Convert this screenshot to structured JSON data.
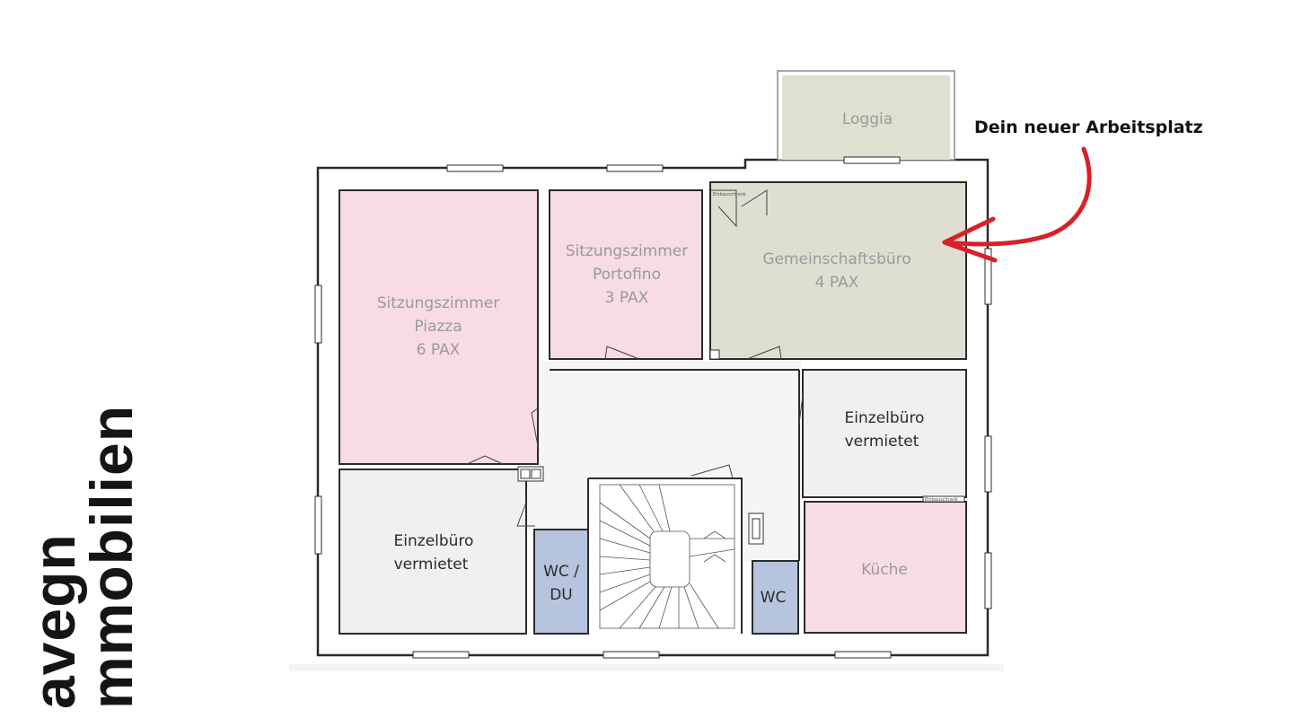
{
  "annotation": {
    "text": "Dein neuer Arbeitsplatz"
  },
  "brand": {
    "line1": "avegn",
    "line2": "mmobilien"
  },
  "rooms": {
    "loggia": {
      "name": "Loggia"
    },
    "piazza": {
      "line1": "Sitzungszimmer",
      "line2": "Piazza",
      "line3": "6 PAX"
    },
    "portofino": {
      "line1": "Sitzungszimmer",
      "line2": "Portofino",
      "line3": "3 PAX"
    },
    "gemeinschaft": {
      "line1": "Gemeinschaftsbüro",
      "line2": "4 PAX"
    },
    "einzel_right": {
      "line1": "Einzelbüro",
      "line2": "vermietet"
    },
    "einzel_left": {
      "line1": "Einzelbüro",
      "line2": "vermietet"
    },
    "wc_du": {
      "line1": "WC /",
      "line2": "DU"
    },
    "wc": {
      "name": "WC"
    },
    "kueche": {
      "name": "Küche"
    }
  },
  "fixtures": {
    "einbauschrank_1": "Einbauschrank",
    "einbauschrank_2": "Einbauschrank"
  },
  "colors": {
    "meeting": "#f7dbe6",
    "office": "#dedfd0",
    "loggia": "#dfe0cf",
    "rented": "#f0f0f0",
    "wc": "#b6c5dd",
    "hall": "#f5f5f5",
    "wall": "#2b2b2b",
    "arrow": "#d9202a"
  }
}
